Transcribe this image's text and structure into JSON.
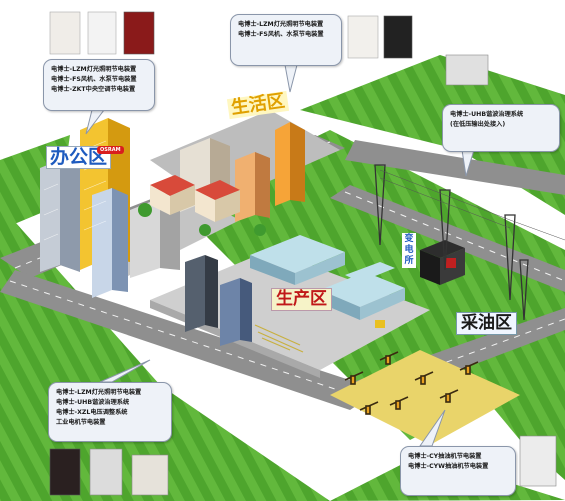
{
  "callouts": {
    "top_left": [
      "电博士-LZM灯光照明节电装置",
      "电博士-FS风机、水泵节电装置",
      "电博士-ZKT中央空调节电装置"
    ],
    "top_center": [
      "电博士-LZM灯光照明节电装置",
      "电博士-FS风机、水泵节电装置"
    ],
    "right": [
      "电博士-UHB谐波治理系统",
      "(在低压输出处接入)"
    ],
    "bottom_left": [
      "电博士-LZM灯光照明节电装置",
      "电博士-UHB谐波治理系统",
      "电博士-XZL电压调整系统",
      "工业电机节电装置"
    ],
    "bottom_right": [
      "电博士-CY抽油机节电装置",
      "电博士-CYW抽油机节电装置"
    ]
  },
  "zones": {
    "office": "办公区",
    "living": "生活区",
    "production": "生产区",
    "oilfield": "采油区",
    "substation": "变电所"
  },
  "logo": "OSRAM",
  "colors": {
    "grass": "#5fb53a",
    "grass_dark": "#3e8a25",
    "road": "#8d8d8d",
    "pavement": "#c9c9c9",
    "callout_bg": "#eef2f8"
  }
}
